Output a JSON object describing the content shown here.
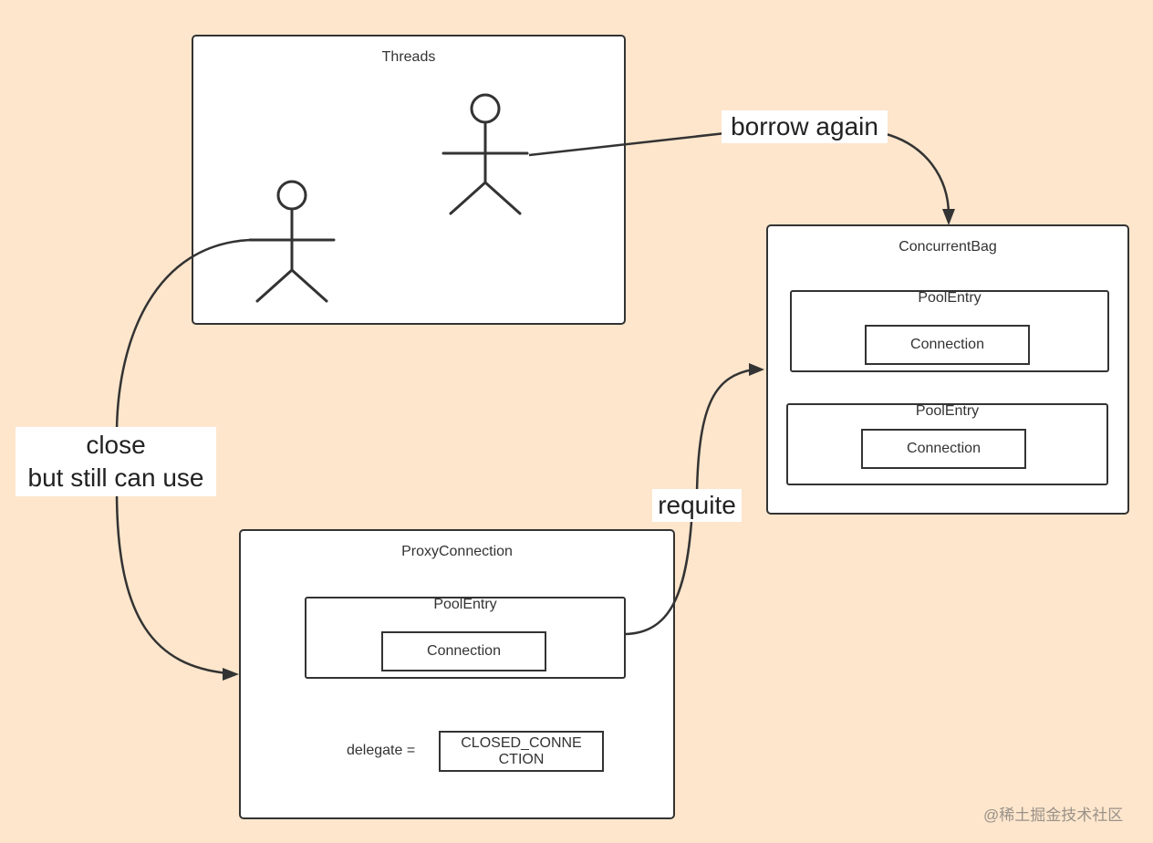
{
  "threads": {
    "title": "Threads"
  },
  "concurrent_bag": {
    "title": "ConcurrentBag",
    "entries": [
      {
        "title": "PoolEntry",
        "connection": "Connection"
      },
      {
        "title": "PoolEntry",
        "connection": "Connection"
      }
    ]
  },
  "proxy_connection": {
    "title": "ProxyConnection",
    "entry": {
      "title": "PoolEntry",
      "connection": "Connection"
    },
    "delegate_label": "delegate =",
    "delegate_value_line1": "CLOSED_CONNE",
    "delegate_value_line2": "CTION"
  },
  "edges": {
    "borrow_again": "borrow again",
    "close_line1": "close",
    "close_line2": "but still can use",
    "requite": "requite"
  },
  "watermark": "@稀土掘金技术社区"
}
